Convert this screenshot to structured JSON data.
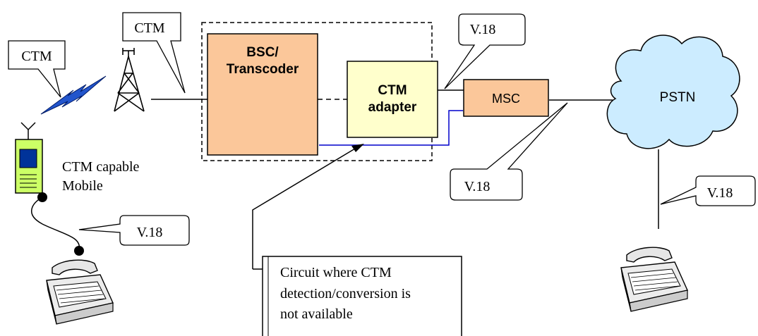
{
  "callouts": {
    "ctm_mobile": "CTM",
    "ctm_tower": "CTM",
    "v18_bsc_msc": "V.18",
    "v18_msc_pstn": "V.18",
    "v18_pstn_tty": "V.18",
    "v18_mobile_tty": "V.18"
  },
  "nodes": {
    "bsc_line1": "BSC/",
    "bsc_line2": "Transcoder",
    "ctm_adapter_line1": "CTM",
    "ctm_adapter_line2": "adapter",
    "msc": "MSC",
    "pstn": "PSTN"
  },
  "mobile_label": {
    "line1": "CTM capable",
    "line2": "Mobile"
  },
  "note": {
    "line1": "Circuit where CTM",
    "line2": "detection/conversion is",
    "line3": "not available"
  },
  "colors": {
    "bsc_fill": "#fbc79a",
    "adapter_fill": "#ffffcc",
    "msc_fill": "#fbc79a",
    "pstn_fill": "#ccecff",
    "blue_line": "#0000cc",
    "mobile_body": "#ccff66",
    "mobile_screen": "#003399",
    "lightning": "#2255cc"
  },
  "icons": [
    "lightning-icon",
    "radio-tower-icon",
    "mobile-phone-icon",
    "tty-terminal-icon",
    "cloud-icon"
  ]
}
